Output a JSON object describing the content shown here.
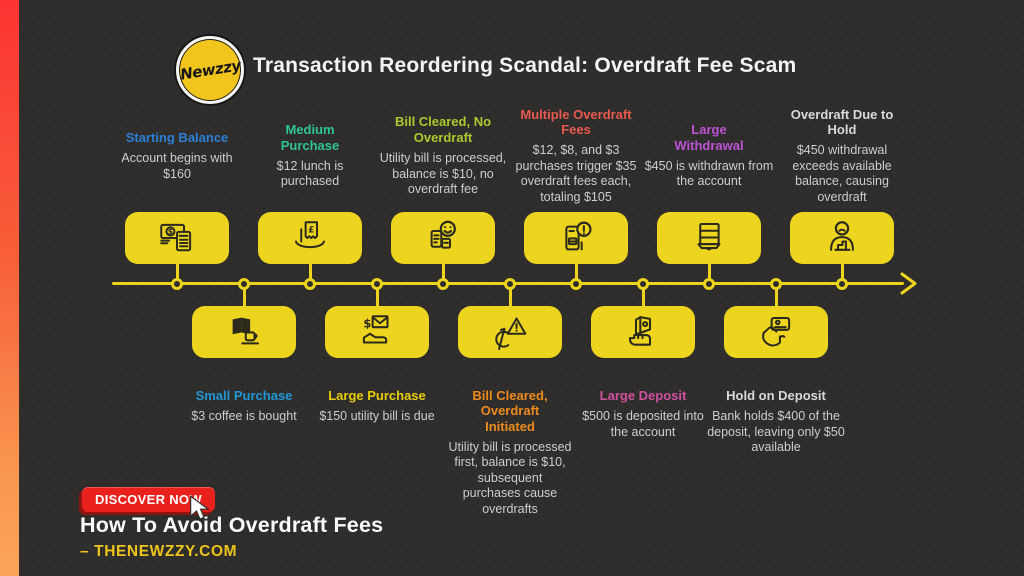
{
  "page": {
    "background_color": "#2f2e2c",
    "accent_yellow": "#edd41f",
    "strip_gradient_top": "#fc3434",
    "strip_gradient_bottom": "#faa55c"
  },
  "header": {
    "logo_text": "Newzzy",
    "logo_bg": "#f2c51d",
    "title": "Transaction Reordering Scandal: Overdraft Fee Scam"
  },
  "icons": {
    "dollar_glyph": "$",
    "pound_glyph": "£"
  },
  "timeline": {
    "top_items": [
      {
        "heading": "Starting Balance",
        "heading_color": "#2b7fd4",
        "body": "Account begins with $160",
        "icon": "cash-calculator-icon"
      },
      {
        "heading": "Medium Purchase",
        "heading_color": "#2fc493",
        "body": "$12 lunch is purchased",
        "icon": "receipt-pound-hand-icon"
      },
      {
        "heading": "Bill Cleared, No Overdraft",
        "heading_color": "#aacb2e",
        "body": "Utility bill is processed, balance is $10, no overdraft fee",
        "icon": "receipt-smiley-icon"
      },
      {
        "heading": "Multiple Overdraft Fees",
        "heading_color": "#e85a50",
        "body": "$12, $8, and $3 purchases trigger $35 overdraft fees each, totaling $105",
        "icon": "document-alert-icon"
      },
      {
        "heading": "Large Withdrawal",
        "heading_color": "#bd53d6",
        "body": "$450 is withdrawn from the account",
        "icon": "cash-drawer-icon"
      },
      {
        "heading": "Overdraft Due to Hold",
        "heading_color": "#d9d9d9",
        "body": "$450 withdrawal exceeds available balance, causing overdraft",
        "icon": "worried-person-icon"
      }
    ],
    "bottom_items": [
      {
        "heading": "Small Purchase",
        "heading_color": "#2097d3",
        "body": "$3 coffee is bought",
        "icon": "book-coffee-icon"
      },
      {
        "heading": "Large Purchase",
        "heading_color": "#e7cd0c",
        "body": "$150 utility bill is due",
        "icon": "envelope-dollar-icon"
      },
      {
        "heading": "Bill Cleared, Overdraft Initiated",
        "heading_color": "#ee8b1e",
        "body": "Utility bill is processed first, balance is $10, subsequent purchases cause overdrafts",
        "icon": "currency-warning-icon"
      },
      {
        "heading": "Large Deposit",
        "heading_color": "#d1519f",
        "body": "$500 is deposited into the account",
        "icon": "hand-cash-icon"
      },
      {
        "heading": "Hold on Deposit",
        "heading_color": "#d9d9d9",
        "body": "Bank holds $400 of the deposit, leaving only $50 available",
        "icon": "hand-card-icon"
      }
    ]
  },
  "footer": {
    "cta_label": "DISCOVER NOW",
    "cta_color": "#e8211d",
    "headline": "How To Avoid Overdraft Fees",
    "site": "– THENEWZZY.COM",
    "site_color": "#edc41d"
  }
}
